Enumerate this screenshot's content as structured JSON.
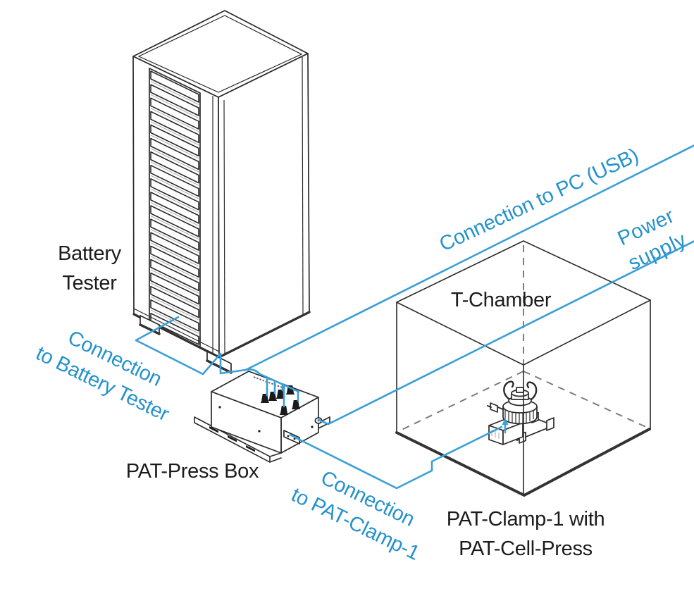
{
  "labels": {
    "battery_tester_1": "Battery",
    "battery_tester_2": "Tester",
    "t_chamber": "T-Chamber",
    "pat_press_box": "PAT-Press Box",
    "pat_clamp_1": "PAT-Clamp-1 with",
    "pat_clamp_2": "PAT-Cell-Press",
    "conn_pc_usb": "Connection to PC (USB)",
    "power_supply_1": "Power",
    "power_supply_2": "supply",
    "conn_battery_1": "Connection",
    "conn_battery_2": "to Battery Tester",
    "conn_clamp_1": "Connection",
    "conn_clamp_2": "to PAT-Clamp-1"
  },
  "colors": {
    "cable_blue": "#3B9FD8",
    "label_blue": "#2592CC",
    "line_dark": "#2a2a2a",
    "edge_thick": "#333333",
    "hidden_edge_gray": "#7d7d7d"
  }
}
